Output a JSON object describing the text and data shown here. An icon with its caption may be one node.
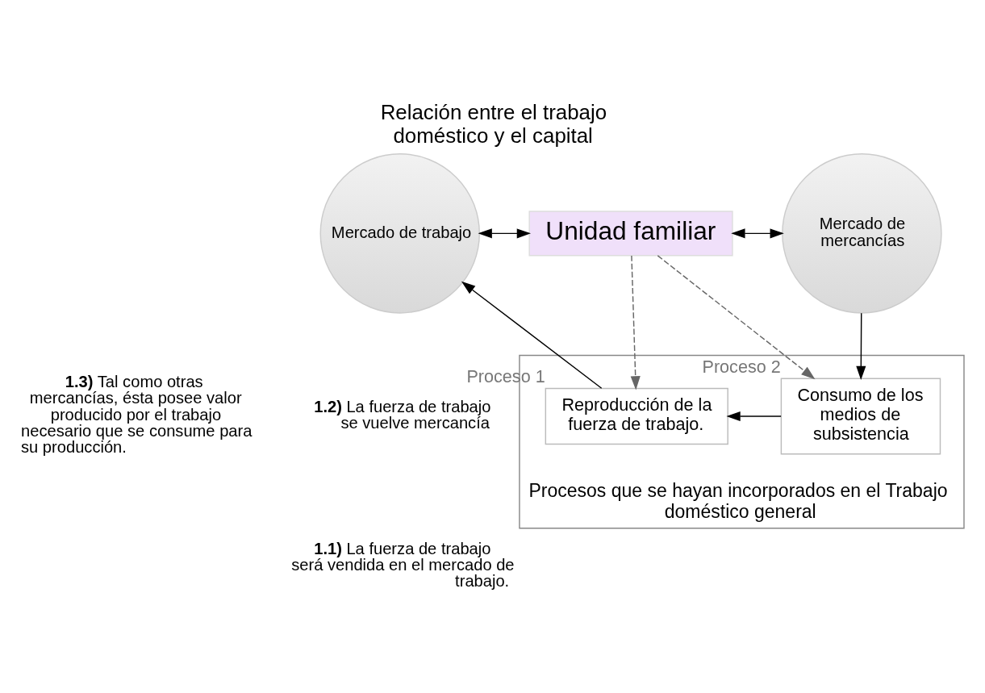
{
  "diagram": {
    "title": "Relación entre el trabajo doméstico y el capital",
    "nodes": [
      {
        "text": [
          "Mercado de trabajo"
        ]
      },
      {
        "text": [
          "Unidad familiar"
        ]
      },
      {
        "text": [
          "Mercado de mercancías"
        ]
      },
      {
        "text": [
          "Procesos que se hayan incorporados en el Trabajo doméstico general"
        ]
      },
      {
        "text": [
          "Reproducción de la fuerza de trabajo."
        ],
        "in": 3,
        "beside": [
          "Proceso 1"
        ]
      },
      {
        "text": [
          "Consumo de los medios de subsistencia"
        ],
        "in": 3,
        "beside": [
          "Proceso 2"
        ]
      }
    ],
    "edges": [
      {
        "from": 0,
        "to": 1,
        "arrow": "both"
      },
      {
        "from": 1,
        "to": 2,
        "arrow": "both"
      },
      {
        "from": 1,
        "to": 4,
        "arrow": "to",
        "style": "dashed",
        "color": "#666666"
      },
      {
        "from": 1,
        "to": 5,
        "arrow": "to",
        "style": "dashed",
        "color": "#666666"
      },
      {
        "from": 2,
        "to": 5,
        "arrow": "to"
      },
      {
        "from": 5,
        "to": 4,
        "arrow": "to"
      },
      {
        "from": 4,
        "to": 0,
        "arrow": "to"
      }
    ],
    "labels": [
      "**1.3)** Tal como otras mercancías, ésta posee valor producido por el trabajo necesario que se consume para su producción.",
      "**1.2)** La fuerza de trabajo se vuelve mercancía",
      "**1.1)** La fuerza de trabajo será vendida en el mercado de trabajo."
    ]
  }
}
